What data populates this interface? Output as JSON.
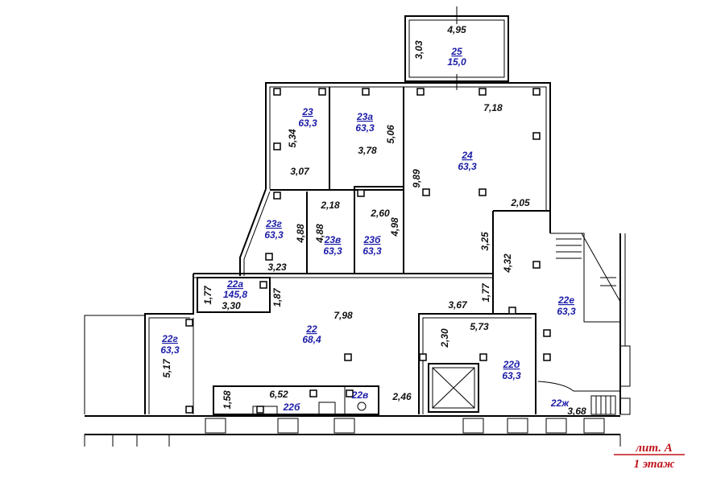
{
  "rooms": [
    {
      "number": "25",
      "area": "15,0"
    },
    {
      "number": "23",
      "area": "63,3"
    },
    {
      "number": "23а",
      "area": "63,3"
    },
    {
      "number": "24",
      "area": "63,3"
    },
    {
      "number": "23г",
      "area": "63,3"
    },
    {
      "number": "23в",
      "area": "63,3"
    },
    {
      "number": "23б",
      "area": "63,3"
    },
    {
      "number": "22а",
      "area": "145,8"
    },
    {
      "number": "22",
      "area": "68,4"
    },
    {
      "number": "22г",
      "area": "63,3"
    },
    {
      "number": "22д",
      "area": "63,3"
    },
    {
      "number": "22е",
      "area": "63,3"
    },
    {
      "number": "22б"
    },
    {
      "number": "22в"
    },
    {
      "number": "22ж"
    }
  ],
  "dimensions": [
    "4,95",
    "3,03",
    "7,18",
    "5,34",
    "3,07",
    "5,06",
    "3,78",
    "9,89",
    "2,05",
    "4,88",
    "4,88",
    "2,18",
    "2,60",
    "4,98",
    "3,23",
    "3,25",
    "4,32",
    "1,77",
    "3,30",
    "1,87",
    "7,98",
    "3,67",
    "1,77",
    "5,73",
    "2,30",
    "5,17",
    "1,58",
    "6,52",
    "2,46",
    "3,68"
  ],
  "stamp": {
    "line1": "лит. А",
    "line2": "1 этаж"
  },
  "colors": {
    "walls": "#000000",
    "room_labels": "#1c1ca8",
    "stamp": "#c0141c"
  }
}
